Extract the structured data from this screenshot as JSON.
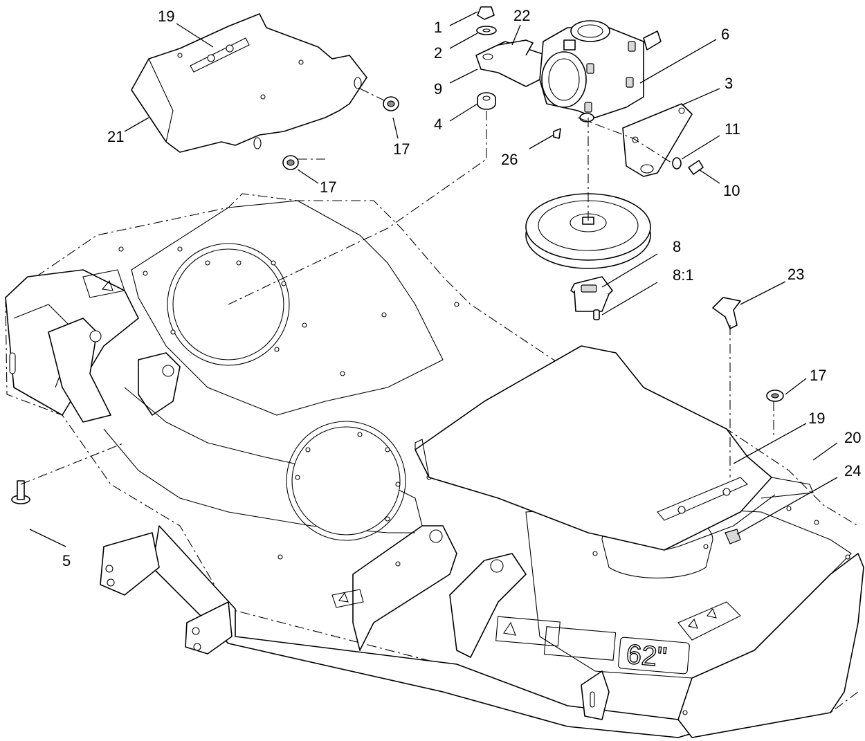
{
  "diagram": {
    "callouts": {
      "c1": "1",
      "c2": "2",
      "c9": "9",
      "c4": "4",
      "c22": "22",
      "c6": "6",
      "c3": "3",
      "c11": "11",
      "c10": "10",
      "c26": "26",
      "c8": "8",
      "c8_1": "8:1",
      "c19a": "19",
      "c21": "21",
      "c17a": "17",
      "c17b": "17",
      "c23": "23",
      "c17c": "17",
      "c19b": "19",
      "c20": "20",
      "c24": "24",
      "c5": "5"
    },
    "deck_decal": "62\""
  }
}
